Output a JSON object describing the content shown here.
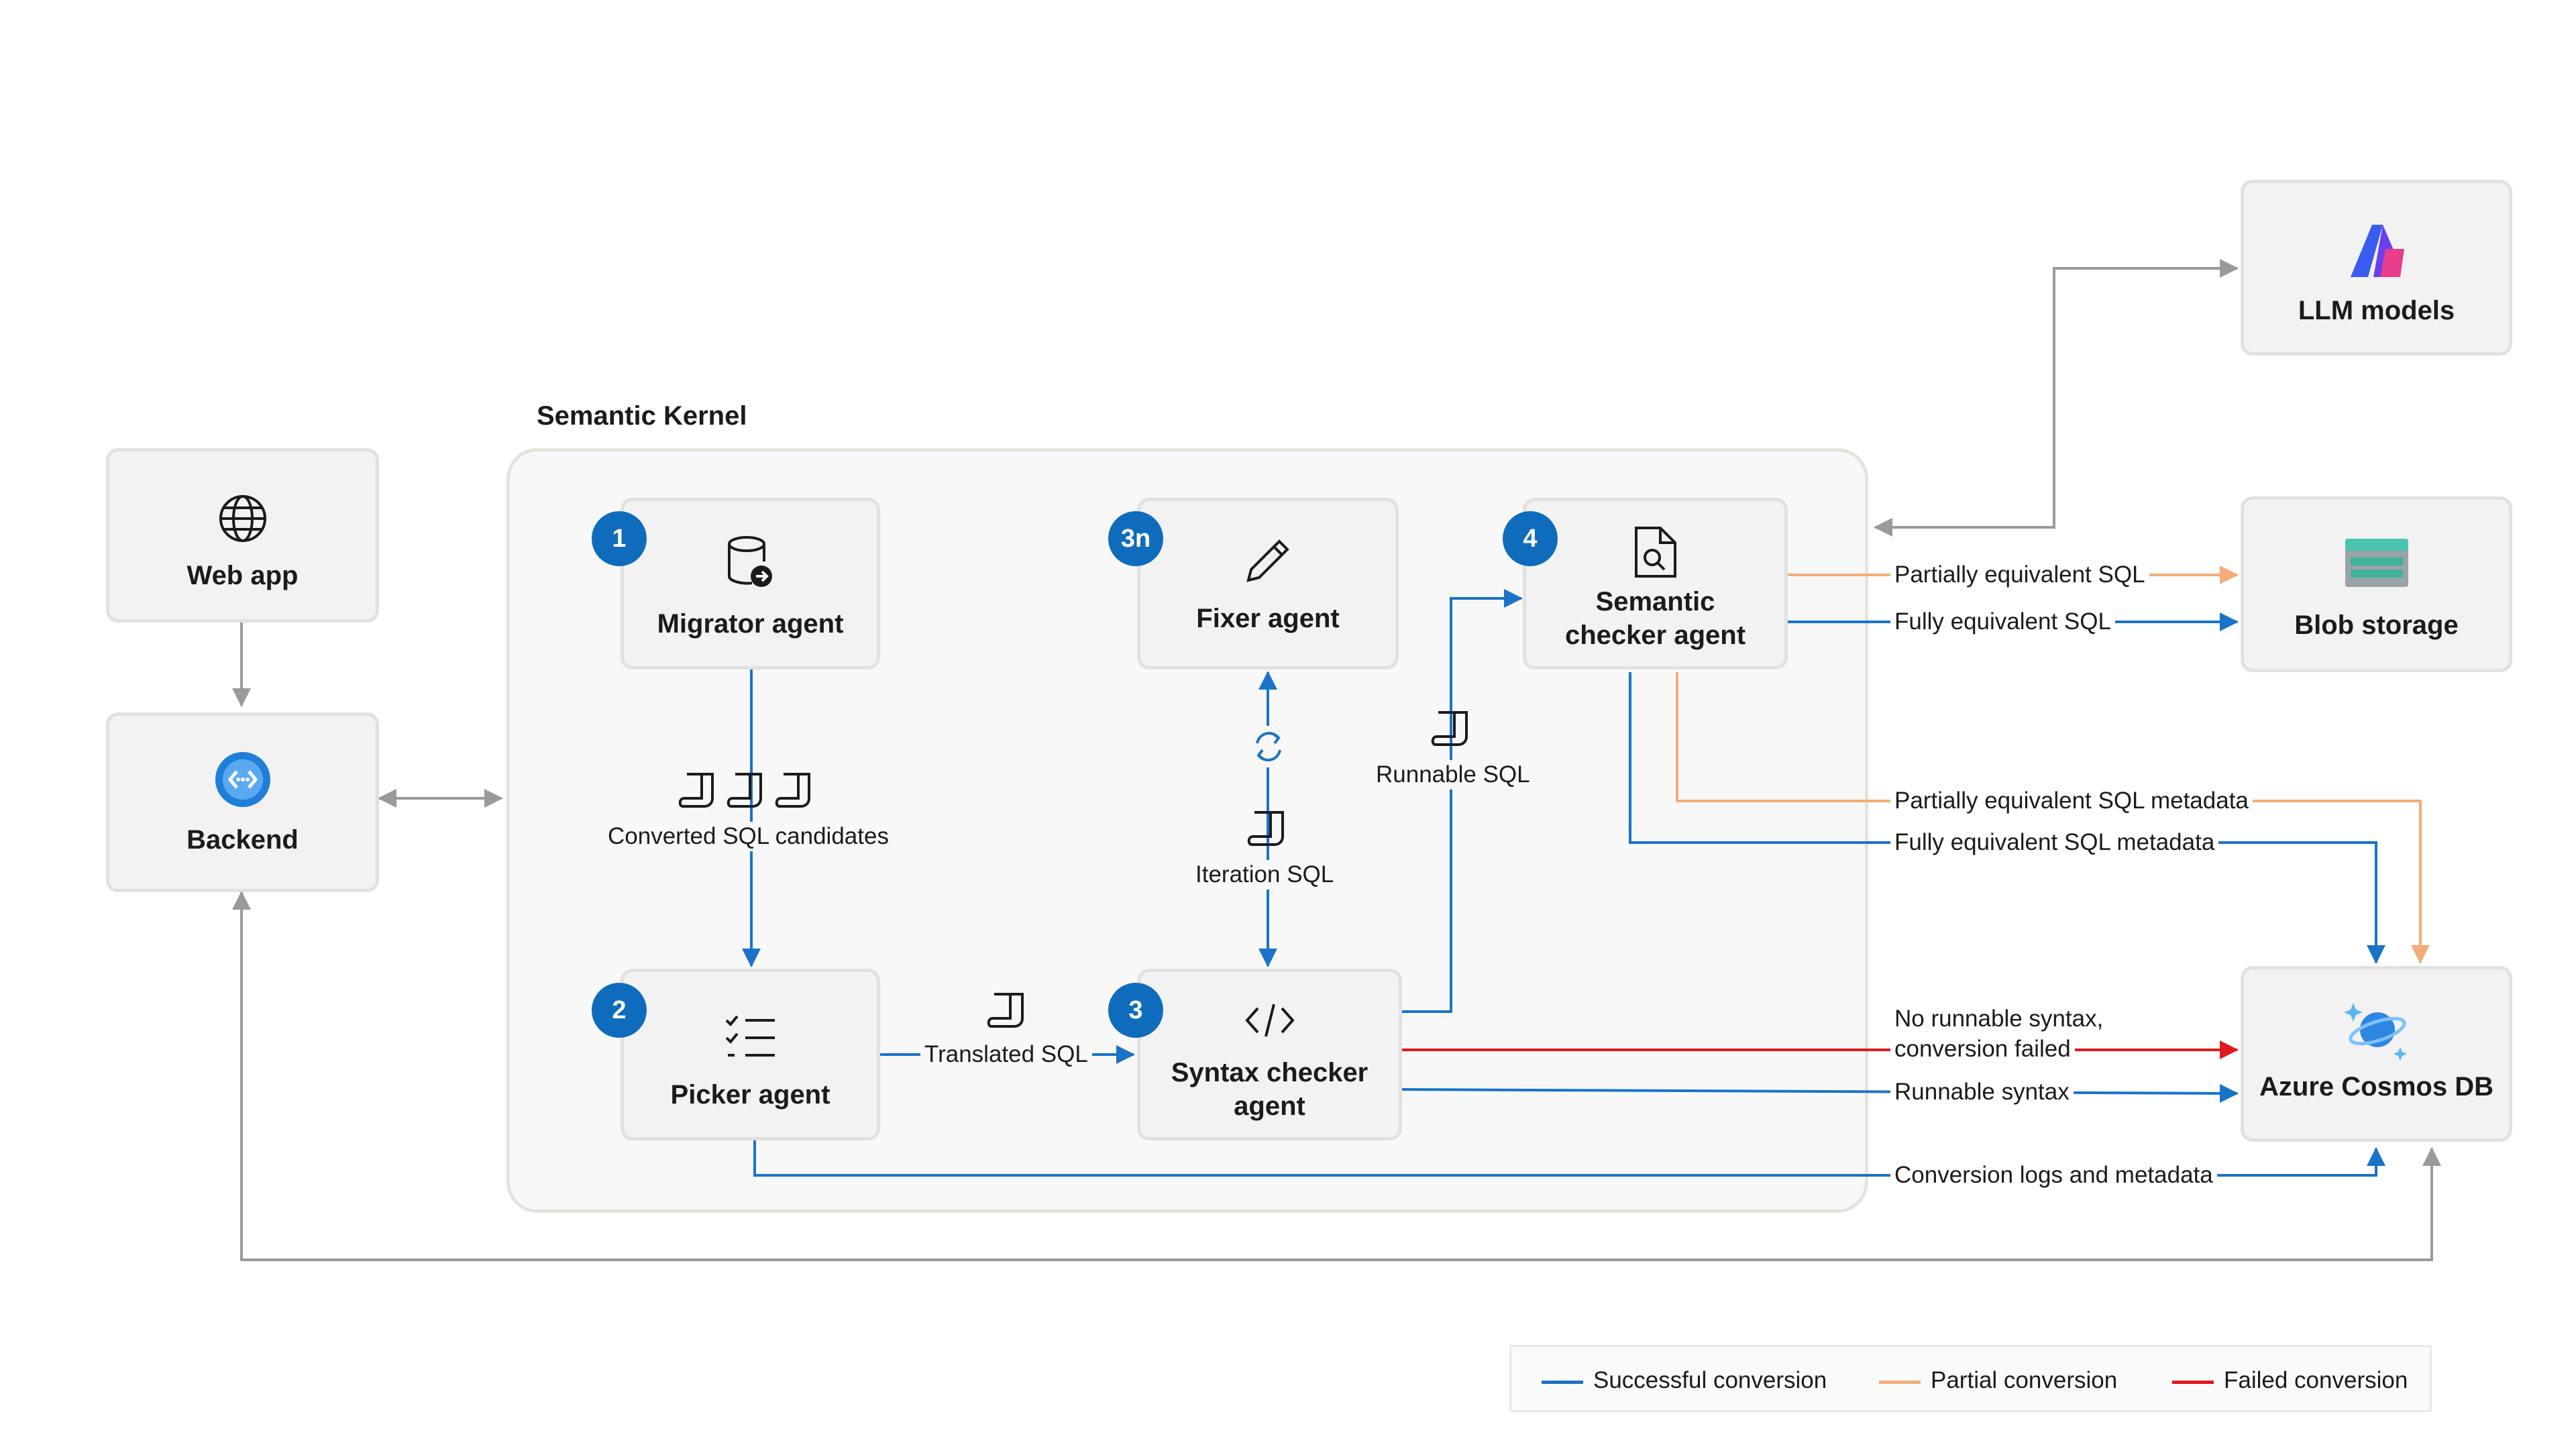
{
  "colors": {
    "successful": "#1a73c9",
    "partial": "#f4ad7a",
    "failed": "#e0191f",
    "neutral": "#9a9a9a",
    "badge": "#0f6cbd"
  },
  "kernel": {
    "title": "Semantic Kernel"
  },
  "nodes": {
    "web_app": {
      "label": "Web app",
      "icon": "globe-icon"
    },
    "backend": {
      "label": "Backend",
      "icon": "api-icon"
    },
    "migrator": {
      "label": "Migrator agent",
      "badge": "1",
      "icon": "database-export-icon"
    },
    "picker": {
      "label": "Picker agent",
      "badge": "2",
      "icon": "checklist-icon"
    },
    "fixer": {
      "label": "Fixer agent",
      "badge": "3n",
      "icon": "pencil-icon"
    },
    "syntax": {
      "label_line1": "Syntax checker",
      "label_line2": "agent",
      "badge": "3",
      "icon": "code-icon"
    },
    "semantic": {
      "label_line1": "Semantic",
      "label_line2": "checker agent",
      "badge": "4",
      "icon": "document-search-icon"
    },
    "llm": {
      "label": "LLM models",
      "icon": "azure-ai-icon"
    },
    "blob": {
      "label": "Blob storage",
      "icon": "storage-icon"
    },
    "cosmos": {
      "label": "Azure Cosmos DB",
      "icon": "cosmos-db-icon"
    }
  },
  "edge_labels": {
    "converted_candidates": "Converted SQL candidates",
    "translated_sql": "Translated SQL",
    "iteration_sql": "Iteration SQL",
    "runnable_sql": "Runnable SQL",
    "partially_equivalent_sql": "Partially equivalent SQL",
    "fully_equivalent_sql": "Fully equivalent SQL",
    "partially_equivalent_metadata": "Partially equivalent SQL metadata",
    "fully_equivalent_metadata": "Fully equivalent SQL metadata",
    "no_runnable_line1": "No runnable syntax,",
    "no_runnable_line2": "conversion failed",
    "runnable_syntax": "Runnable syntax",
    "conversion_logs": "Conversion logs and metadata"
  },
  "legend": {
    "successful": "Successful conversion",
    "partial": "Partial conversion",
    "failed": "Failed conversion"
  }
}
